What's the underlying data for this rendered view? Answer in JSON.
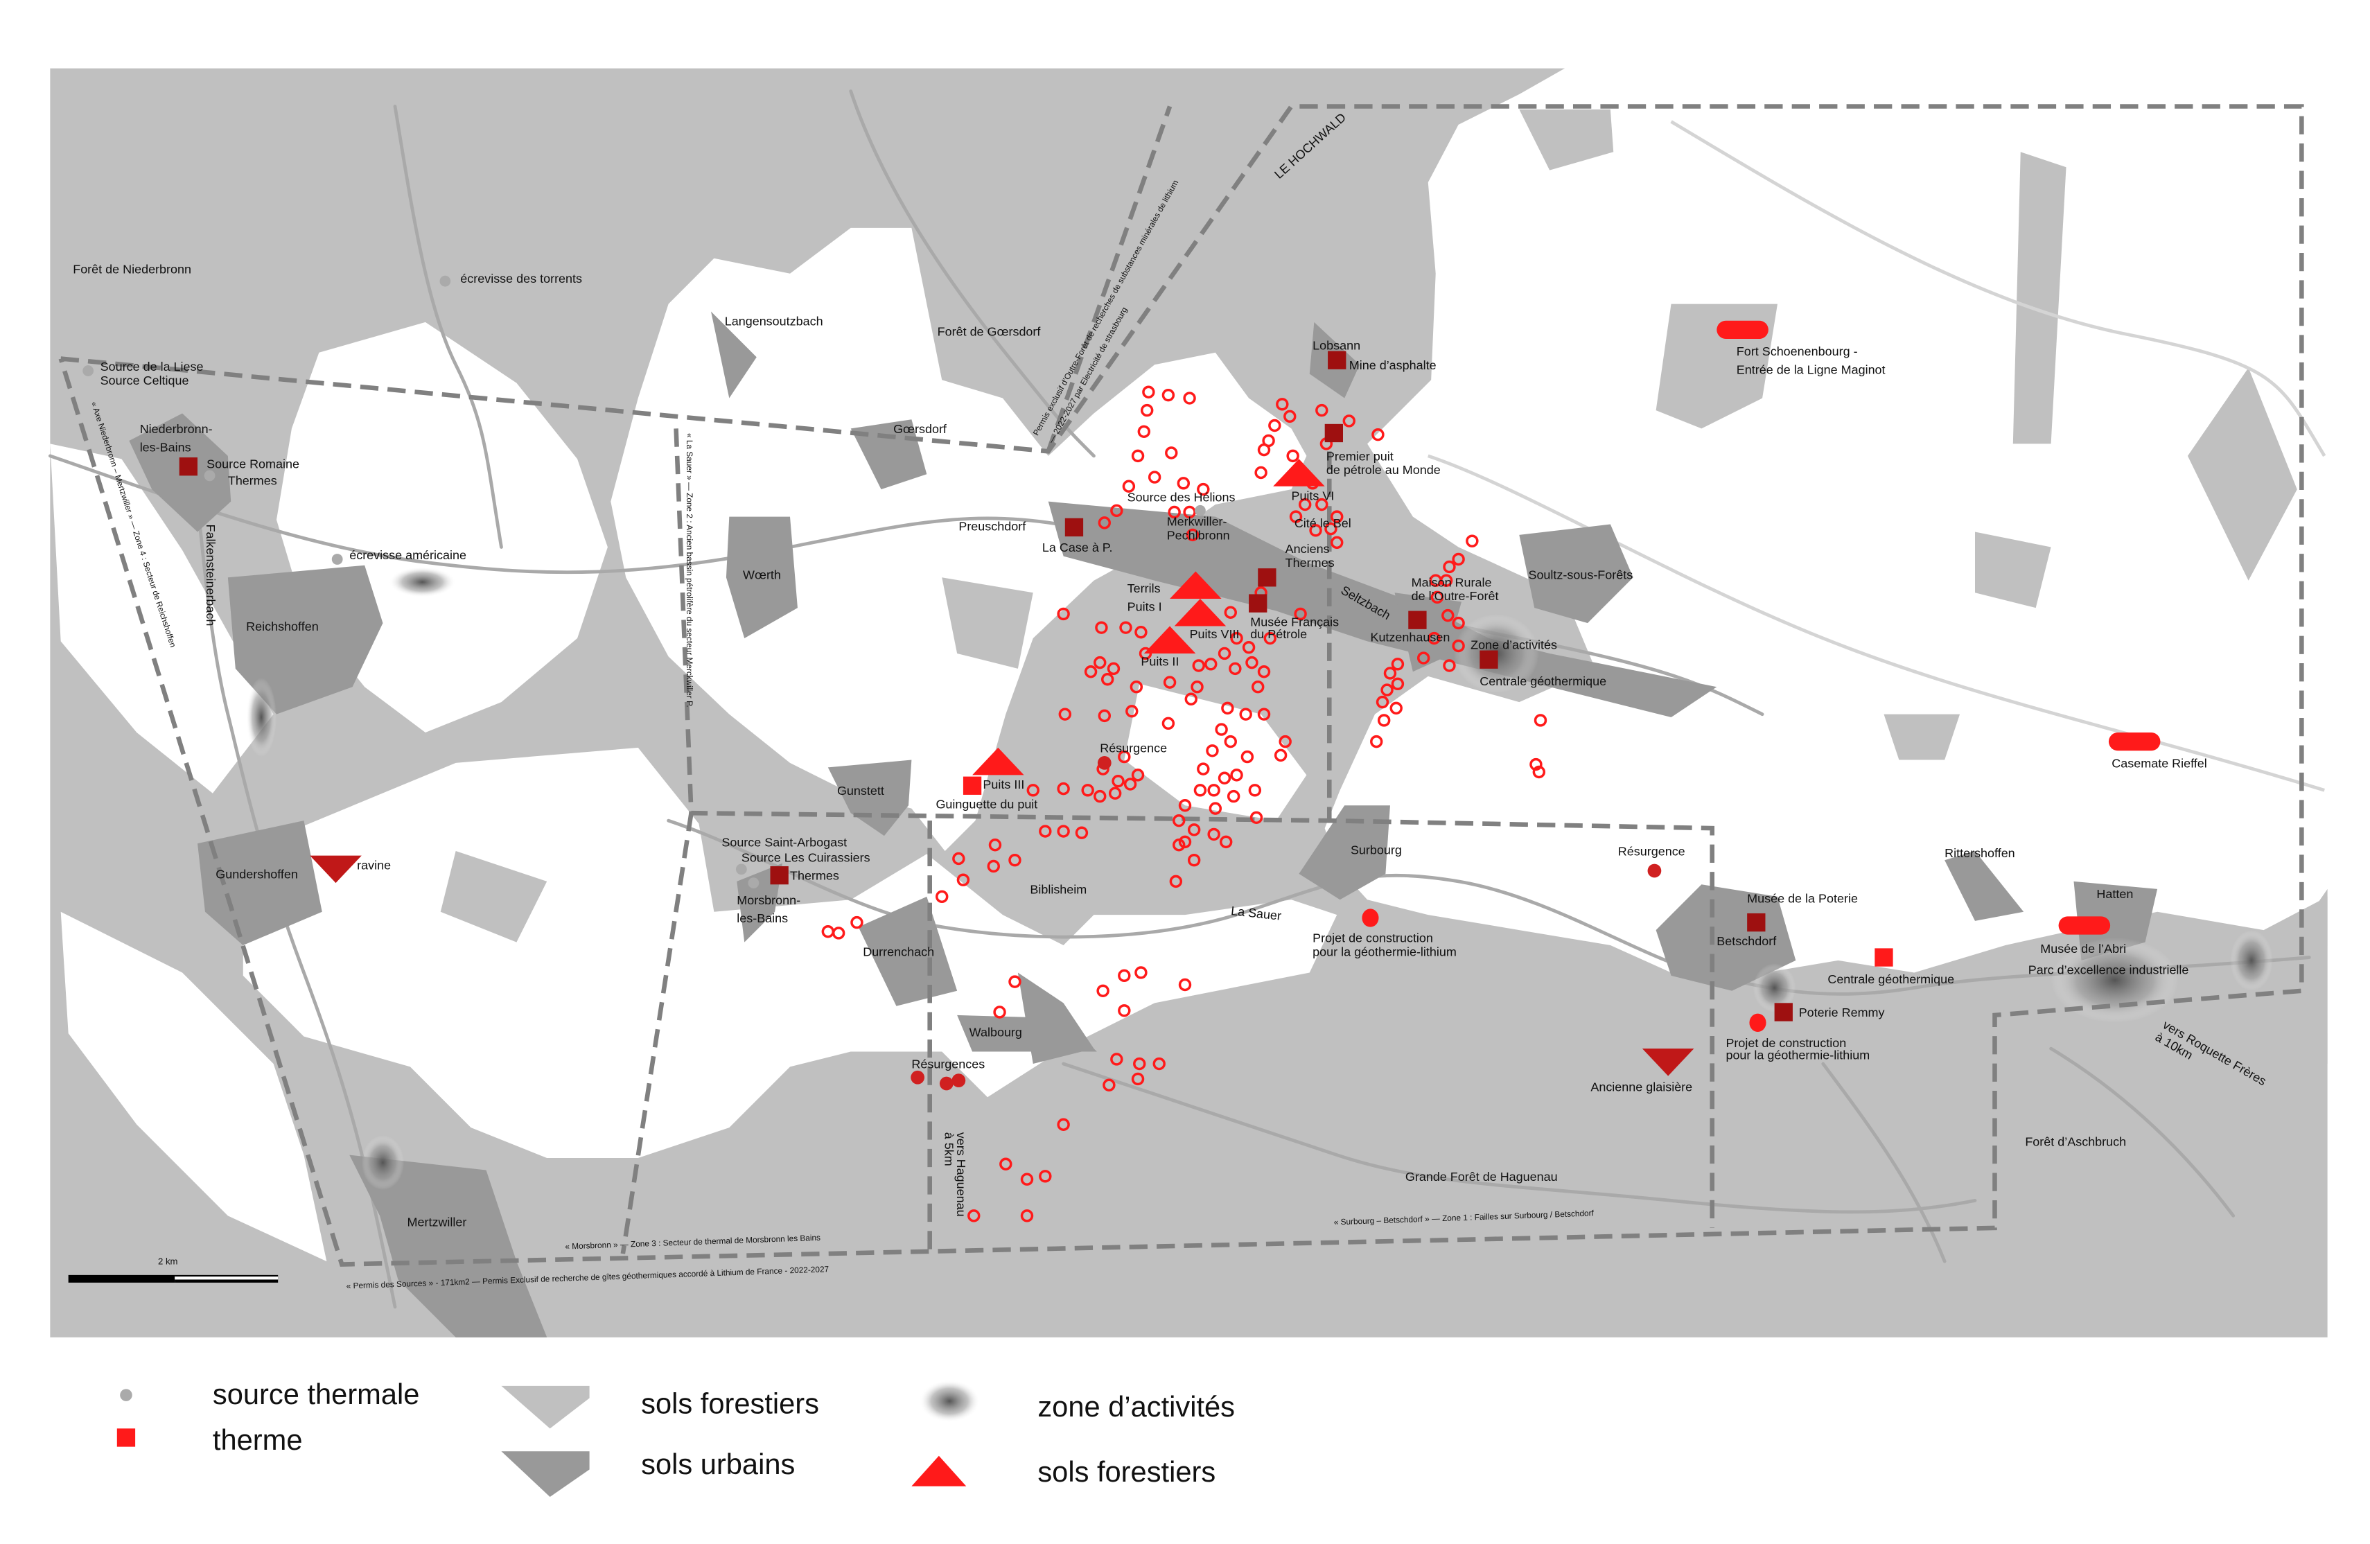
{
  "colors": {
    "forest": "#c0c0c0",
    "urban": "#999999",
    "red": "#ff1a1a",
    "dark_red": "#9e1010",
    "source": "#aaaaaa"
  },
  "places": {
    "foret_niederbronn": "Forêt de Niederbronn",
    "ecrevisse_torrents": "écrevisse des torrents",
    "langensoutzbach": "Langensoutzbach",
    "foret_goersdorf": "Forêt de Gœrsdorf",
    "le_hochwald": "LE HOCHWALD",
    "lobsann": "Lobsann",
    "mine_asphalte": "Mine d’asphalte",
    "fort_1": "Fort Schoenenbourg -",
    "fort_2": "Entrée de la Ligne Maginot",
    "liese": "Source de la Liese",
    "celtique": "Source Celtique",
    "niederbronn_1": "Niederbronn-",
    "niederbronn_2": "les-Bains",
    "source_romaine": "Source Romaine",
    "thermes_niederbronn": "Thermes",
    "goersdorf": "Gœrsdorf",
    "premier_puit_1": "Premier puit",
    "premier_puit_2": "de pétrole au Monde",
    "source_helions": "Source des Hélions",
    "puits_vi": "Puits VI",
    "merkwiller_1": "Merkwiller-",
    "merkwiller_2": "Pechlbronn",
    "preuschdorf": "Preuschdorf",
    "cite_le_bel": "Cité le Bel",
    "la_case": "La Case à P.",
    "anciens_1": "Anciens",
    "anciens_2": "Thermes",
    "woerth": "Wœrth",
    "ecrevisse_americaine": "écrevisse américaine",
    "soultz": "Soultz-sous-Forêts",
    "maison_1": "Maison Rurale",
    "maison_2": "de l’Outre-Forêt",
    "terrils": "Terrils",
    "puits_i": "Puits I",
    "seltzbach": "Seltzbach",
    "reichshoffen": "Reichshoffen",
    "falkensteinerbach": "Falkensteinerbach",
    "musee_petrole_1": "Musée Français",
    "musee_petrole_2": "du Pétrole",
    "puits_viii": "Puits VIII",
    "kutzenhausen": "Kutzenhausen",
    "zone_activites": "Zone d’activités",
    "puits_ii": "Puits II",
    "centrale_1": "Centrale géothermique",
    "resurgence_1": "Résurgence",
    "casemate": "Casemate Rieffel",
    "puits_iii": "Puits III",
    "gunstett": "Gunstett",
    "guinguette": "Guinguette du puit",
    "saint_arbogast": "Source Saint-Arbogast",
    "cuirassiers": "Source Les Cuirassiers",
    "thermes_morsbronn": "Thermes",
    "surbourg": "Surbourg",
    "resurgence_2": "Résurgence",
    "rittershoffen": "Rittershoffen",
    "biblisheim": "Biblisheim",
    "ravine": "ravine",
    "gundershoffen": "Gundershoffen",
    "morsbronn_1": "Morsbronn-",
    "morsbronn_2": "les-Bains",
    "musee_poterie": "Musée de la Poterie",
    "hatten": "Hatten",
    "la_sauer": "La Sauer",
    "projet1_1": "Projet de construction",
    "projet1_2": "pour la géothermie-lithium",
    "betschdorf": "Betschdorf",
    "durrenchach": "Durrenchach",
    "musee_abri": "Musée de l’Abri",
    "centrale_2": "Centrale géothermique",
    "parc": "Parc d’excellence industrielle",
    "poterie_remmy": "Poterie Remmy",
    "walbourg": "Walbourg",
    "projet2_1": "Projet de construction",
    "projet2_2": "pour la géothermie-lithium",
    "roquette_1": "vers Roquette Frères",
    "roquette_2": "à 10km",
    "resurgences": "Résurgences",
    "glaisiere": "Ancienne glaisière",
    "haguenau_1": "vers Haguenau",
    "haguenau_2": "à 5km",
    "aschbruch": "Forêt d’Aschbruch",
    "grande_foret": "Grande Forêt de Haguenau",
    "mertzwiller": "Mertzwiller"
  },
  "zones": {
    "permis_lithium_1": "Permis exclusif d’Outre-Forêt de recherches de substances minérales de lithium",
    "permis_lithium_2": "— 2022-2027 par Electricité de strasbourg",
    "zone1": "« Surbourg – Betschdorf » — Zone 1 : Failles sur Surbourg / Betschdorf",
    "zone2": "« La Sauer » — Zone 2 : Ancien bassin pétrolifère du secteur Merckwiller P.",
    "zone3": "« Morsbronn » — Zone 3 : Secteur de thermal de Morsbronn les Bains",
    "zone4": "« Axe Niederbronn – Mertzwiller » — Zone 4 : Secteur de Reichshoffen",
    "permis_sources": "« Permis des Sources » - 171km2 — Permis Exclusif de recherche de gîtes géothermiques accordé à Lithium de France - 2022-2027"
  },
  "scale_bar": {
    "label": "2 km"
  },
  "legend": {
    "source_thermale": "source thermale",
    "therme": "therme",
    "sols_forestiers": "sols forestiers",
    "sols_urbains": "sols urbains",
    "zone_activites": "zone d’activités",
    "sols_forestiers_red": "sols forestiers"
  }
}
